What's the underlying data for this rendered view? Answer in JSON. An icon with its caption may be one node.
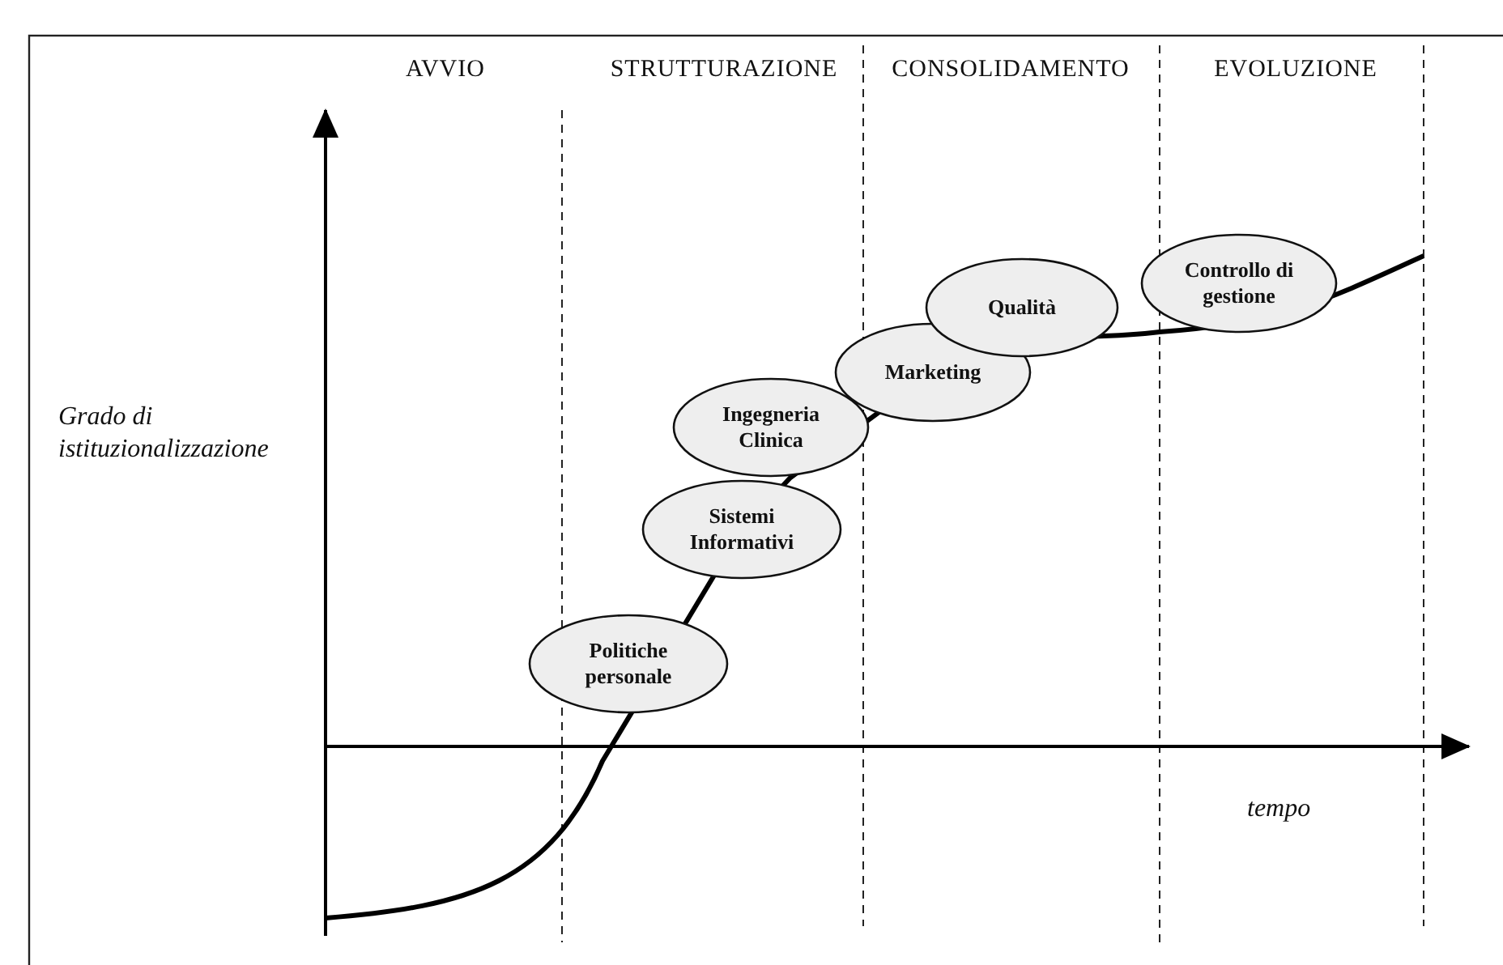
{
  "diagram": {
    "nodes": [
      {
        "text": [
          "Politiche personale"
        ]
      },
      {
        "text": [
          "Sistemi Informativi"
        ]
      },
      {
        "text": [
          "Ingegneria Clinica"
        ]
      },
      {
        "text": [
          "Marketing"
        ]
      },
      {
        "text": [
          "Qualità"
        ]
      },
      {
        "text": [
          "Controllo di gestione"
        ]
      }
    ],
    "labels": [
      "AVVIO",
      "STRUTTURAZIONE",
      "CONSOLIDAMENTO",
      "EVOLUZIONE",
      "Grado di istituzionalizzazione",
      "tempo"
    ]
  }
}
